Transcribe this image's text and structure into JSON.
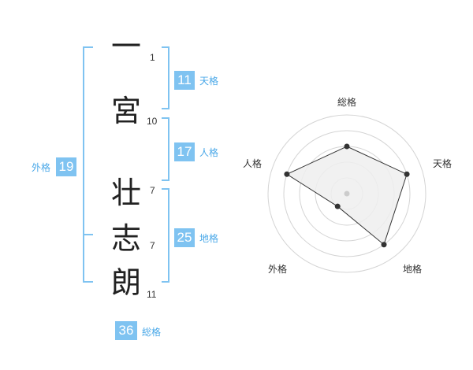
{
  "name_chars": [
    {
      "char": "一",
      "strokes": "1"
    },
    {
      "char": "宮",
      "strokes": "10"
    },
    {
      "char": "壮",
      "strokes": "7"
    },
    {
      "char": "志",
      "strokes": "7"
    },
    {
      "char": "朗",
      "strokes": "11"
    }
  ],
  "kakusu": {
    "tenkaku": {
      "value": "11",
      "label": "天格"
    },
    "jinkaku": {
      "value": "17",
      "label": "人格"
    },
    "chikaku": {
      "value": "25",
      "label": "地格"
    },
    "gaikaku": {
      "value": "19",
      "label": "外格"
    },
    "soukaku": {
      "value": "36",
      "label": "総格"
    }
  },
  "radar": {
    "axes": [
      "総格",
      "天格",
      "地格",
      "外格",
      "人格"
    ],
    "levels": 5,
    "values": [
      3,
      4,
      4,
      1,
      4
    ],
    "max": 5,
    "colors": {
      "ring": "#d4d4d4",
      "fill": "#eeeeee",
      "stroke": "#333333",
      "point": "#333333",
      "center": "#cccccc"
    }
  },
  "colors": {
    "bracket": "#7fc3f1",
    "badge": "#7fc3f1",
    "badge_label": "#4aa8e8"
  }
}
